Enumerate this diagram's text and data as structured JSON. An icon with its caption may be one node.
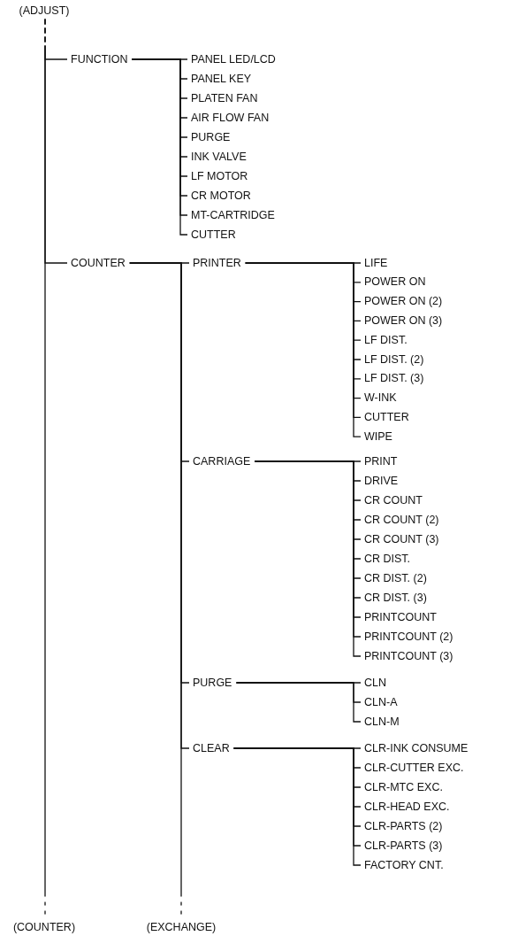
{
  "diagram": {
    "nodes": [
      {
        "text": [
          "(ADJUST)"
        ]
      },
      {
        "text": [
          "FUNCTION"
        ]
      },
      {
        "text": [
          "PANEL LED/LCD"
        ]
      },
      {
        "text": [
          "PANEL KEY"
        ]
      },
      {
        "text": [
          "PLATEN FAN"
        ]
      },
      {
        "text": [
          "AIR FLOW FAN"
        ]
      },
      {
        "text": [
          "PURGE"
        ]
      },
      {
        "text": [
          "INK VALVE"
        ]
      },
      {
        "text": [
          "LF MOTOR"
        ]
      },
      {
        "text": [
          "CR MOTOR"
        ]
      },
      {
        "text": [
          "MT-CARTRIDGE"
        ]
      },
      {
        "text": [
          "CUTTER"
        ]
      },
      {
        "text": [
          "COUNTER"
        ]
      },
      {
        "text": [
          "PRINTER"
        ]
      },
      {
        "text": [
          "LIFE"
        ]
      },
      {
        "text": [
          "POWER ON"
        ]
      },
      {
        "text": [
          "POWER ON (2)"
        ]
      },
      {
        "text": [
          "POWER ON (3)"
        ]
      },
      {
        "text": [
          "LF DIST."
        ]
      },
      {
        "text": [
          "LF DIST. (2)"
        ]
      },
      {
        "text": [
          "LF DIST. (3)"
        ]
      },
      {
        "text": [
          "W-INK"
        ]
      },
      {
        "text": [
          "CUTTER"
        ]
      },
      {
        "text": [
          "WIPE"
        ]
      },
      {
        "text": [
          "CARRIAGE"
        ]
      },
      {
        "text": [
          "PRINT"
        ]
      },
      {
        "text": [
          "DRIVE"
        ]
      },
      {
        "text": [
          "CR COUNT"
        ]
      },
      {
        "text": [
          "CR COUNT (2)"
        ]
      },
      {
        "text": [
          "CR COUNT (3)"
        ]
      },
      {
        "text": [
          "CR DIST."
        ]
      },
      {
        "text": [
          "CR DIST. (2)"
        ]
      },
      {
        "text": [
          "CR DIST. (3)"
        ]
      },
      {
        "text": [
          "PRINTCOUNT"
        ]
      },
      {
        "text": [
          "PRINTCOUNT (2)"
        ]
      },
      {
        "text": [
          "PRINTCOUNT (3)"
        ]
      },
      {
        "text": [
          "PURGE"
        ]
      },
      {
        "text": [
          "CLN"
        ]
      },
      {
        "text": [
          "CLN-A"
        ]
      },
      {
        "text": [
          "CLN-M"
        ]
      },
      {
        "text": [
          "CLEAR"
        ]
      },
      {
        "text": [
          "CLR-INK CONSUME"
        ]
      },
      {
        "text": [
          "CLR-CUTTER EXC."
        ]
      },
      {
        "text": [
          "CLR-MTC EXC."
        ]
      },
      {
        "text": [
          "CLR-HEAD EXC."
        ]
      },
      {
        "text": [
          "CLR-PARTS (2)"
        ]
      },
      {
        "text": [
          "CLR-PARTS (3)"
        ]
      },
      {
        "text": [
          "FACTORY CNT."
        ]
      },
      {
        "text": [
          "(COUNTER)"
        ]
      },
      {
        "text": [
          "(EXCHANGE)"
        ]
      }
    ],
    "edges": [
      {
        "from": 0,
        "to": 1,
        "arrow": "none",
        "style": "dashed"
      },
      {
        "from": 0,
        "to": 12,
        "arrow": "none",
        "style": "dashed"
      },
      {
        "from": 0,
        "to": 48,
        "arrow": "none",
        "style": "dashed"
      },
      {
        "from": 1,
        "to": 2,
        "arrow": "none"
      },
      {
        "from": 1,
        "to": 3,
        "arrow": "none"
      },
      {
        "from": 1,
        "to": 4,
        "arrow": "none"
      },
      {
        "from": 1,
        "to": 5,
        "arrow": "none"
      },
      {
        "from": 1,
        "to": 6,
        "arrow": "none"
      },
      {
        "from": 1,
        "to": 7,
        "arrow": "none"
      },
      {
        "from": 1,
        "to": 8,
        "arrow": "none"
      },
      {
        "from": 1,
        "to": 9,
        "arrow": "none"
      },
      {
        "from": 1,
        "to": 10,
        "arrow": "none"
      },
      {
        "from": 1,
        "to": 11,
        "arrow": "none"
      },
      {
        "from": 12,
        "to": 13,
        "arrow": "none"
      },
      {
        "from": 12,
        "to": 24,
        "arrow": "none"
      },
      {
        "from": 12,
        "to": 36,
        "arrow": "none"
      },
      {
        "from": 12,
        "to": 40,
        "arrow": "none"
      },
      {
        "from": 12,
        "to": 49,
        "arrow": "none",
        "style": "dashed"
      },
      {
        "from": 13,
        "to": 14,
        "arrow": "none"
      },
      {
        "from": 13,
        "to": 15,
        "arrow": "none"
      },
      {
        "from": 13,
        "to": 16,
        "arrow": "none"
      },
      {
        "from": 13,
        "to": 17,
        "arrow": "none"
      },
      {
        "from": 13,
        "to": 18,
        "arrow": "none"
      },
      {
        "from": 13,
        "to": 19,
        "arrow": "none"
      },
      {
        "from": 13,
        "to": 20,
        "arrow": "none"
      },
      {
        "from": 13,
        "to": 21,
        "arrow": "none"
      },
      {
        "from": 13,
        "to": 22,
        "arrow": "none"
      },
      {
        "from": 13,
        "to": 23,
        "arrow": "none"
      },
      {
        "from": 24,
        "to": 25,
        "arrow": "none"
      },
      {
        "from": 24,
        "to": 26,
        "arrow": "none"
      },
      {
        "from": 24,
        "to": 27,
        "arrow": "none"
      },
      {
        "from": 24,
        "to": 28,
        "arrow": "none"
      },
      {
        "from": 24,
        "to": 29,
        "arrow": "none"
      },
      {
        "from": 24,
        "to": 30,
        "arrow": "none"
      },
      {
        "from": 24,
        "to": 31,
        "arrow": "none"
      },
      {
        "from": 24,
        "to": 32,
        "arrow": "none"
      },
      {
        "from": 24,
        "to": 33,
        "arrow": "none"
      },
      {
        "from": 24,
        "to": 34,
        "arrow": "none"
      },
      {
        "from": 24,
        "to": 35,
        "arrow": "none"
      },
      {
        "from": 36,
        "to": 37,
        "arrow": "none"
      },
      {
        "from": 36,
        "to": 38,
        "arrow": "none"
      },
      {
        "from": 36,
        "to": 39,
        "arrow": "none"
      },
      {
        "from": 40,
        "to": 41,
        "arrow": "none"
      },
      {
        "from": 40,
        "to": 42,
        "arrow": "none"
      },
      {
        "from": 40,
        "to": 43,
        "arrow": "none"
      },
      {
        "from": 40,
        "to": 44,
        "arrow": "none"
      },
      {
        "from": 40,
        "to": 45,
        "arrow": "none"
      },
      {
        "from": 40,
        "to": 46,
        "arrow": "none"
      },
      {
        "from": 40,
        "to": 47,
        "arrow": "none"
      }
    ]
  }
}
